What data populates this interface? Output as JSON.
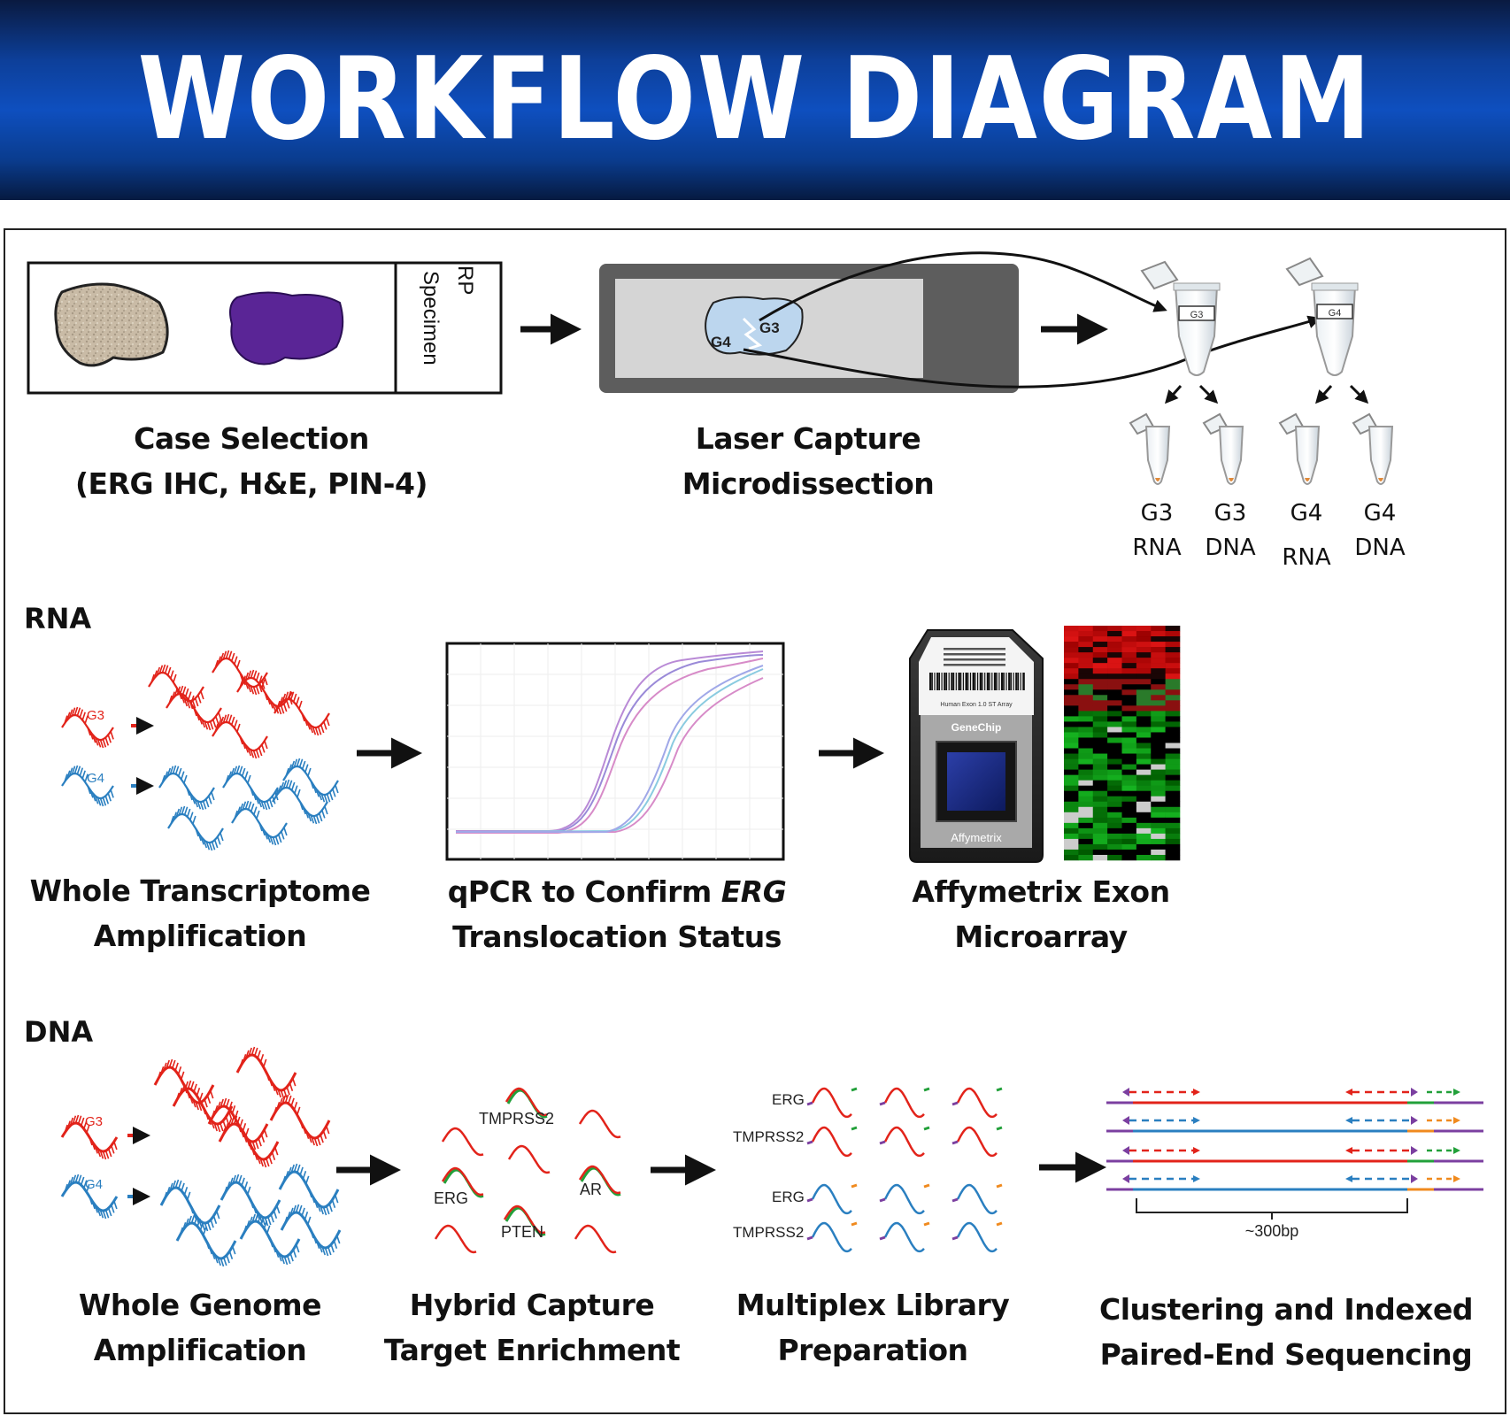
{
  "title": "WORKFLOW DIAGRAM",
  "top_row": {
    "slide_label_1": "RP",
    "slide_label_2": "Specimen",
    "case_selection_line1": "Case Selection",
    "case_selection_line2": "(ERG IHC, H&E, PIN-4)",
    "lcm_line1": "Laser Capture",
    "lcm_line2": "Microdissection",
    "lcm_g3": "G3",
    "lcm_g4": "G4",
    "tube_g3": "G3",
    "tube_g4": "G4",
    "tubes": [
      {
        "l1": "G3",
        "l2": "RNA"
      },
      {
        "l1": "G3",
        "l2": "DNA"
      },
      {
        "l1": "G4",
        "l2": "RNA"
      },
      {
        "l1": "G4",
        "l2": "DNA"
      }
    ]
  },
  "rna": {
    "section_label": "RNA",
    "g3": "G3",
    "g4": "G4",
    "wta_line1": "Whole Transcriptome",
    "wta_line2": "Amplification",
    "qpcr_line1_a": "qPCR to Confirm ",
    "qpcr_line1_b": "ERG",
    "qpcr_line2": "Translocation Status",
    "array_line1": "Affymetrix Exon",
    "array_line2": "Microarray",
    "chip_brand": "GeneChip",
    "chip_maker": "Affymetrix",
    "chip_array": "Human Exon 1.0 ST Array"
  },
  "dna": {
    "section_label": "DNA",
    "g3": "G3",
    "g4": "G4",
    "wga_line1": "Whole Genome",
    "wga_line2": "Amplification",
    "capture_line1": "Hybrid Capture",
    "capture_line2": "Target Enrichment",
    "capture_genes": {
      "tmprss2": "TMPRSS2",
      "erg": "ERG",
      "ar": "AR",
      "pten": "PTEN"
    },
    "library_line1": "Multiplex Library",
    "library_line2": "Preparation",
    "library_labels": [
      "ERG",
      "TMPRSS2",
      "ERG",
      "TMPRSS2"
    ],
    "seq_line1": "Clustering and Indexed",
    "seq_line2": "Paired-End Sequencing",
    "insert_size": "~300bp"
  },
  "colors": {
    "banner": "#0e4fbf",
    "g3_red": "#e2231a",
    "g4_blue": "#2a7fc0",
    "probe_green": "#22a03a",
    "index_purple": "#7b3fa0",
    "index_orange": "#f08a1e"
  }
}
